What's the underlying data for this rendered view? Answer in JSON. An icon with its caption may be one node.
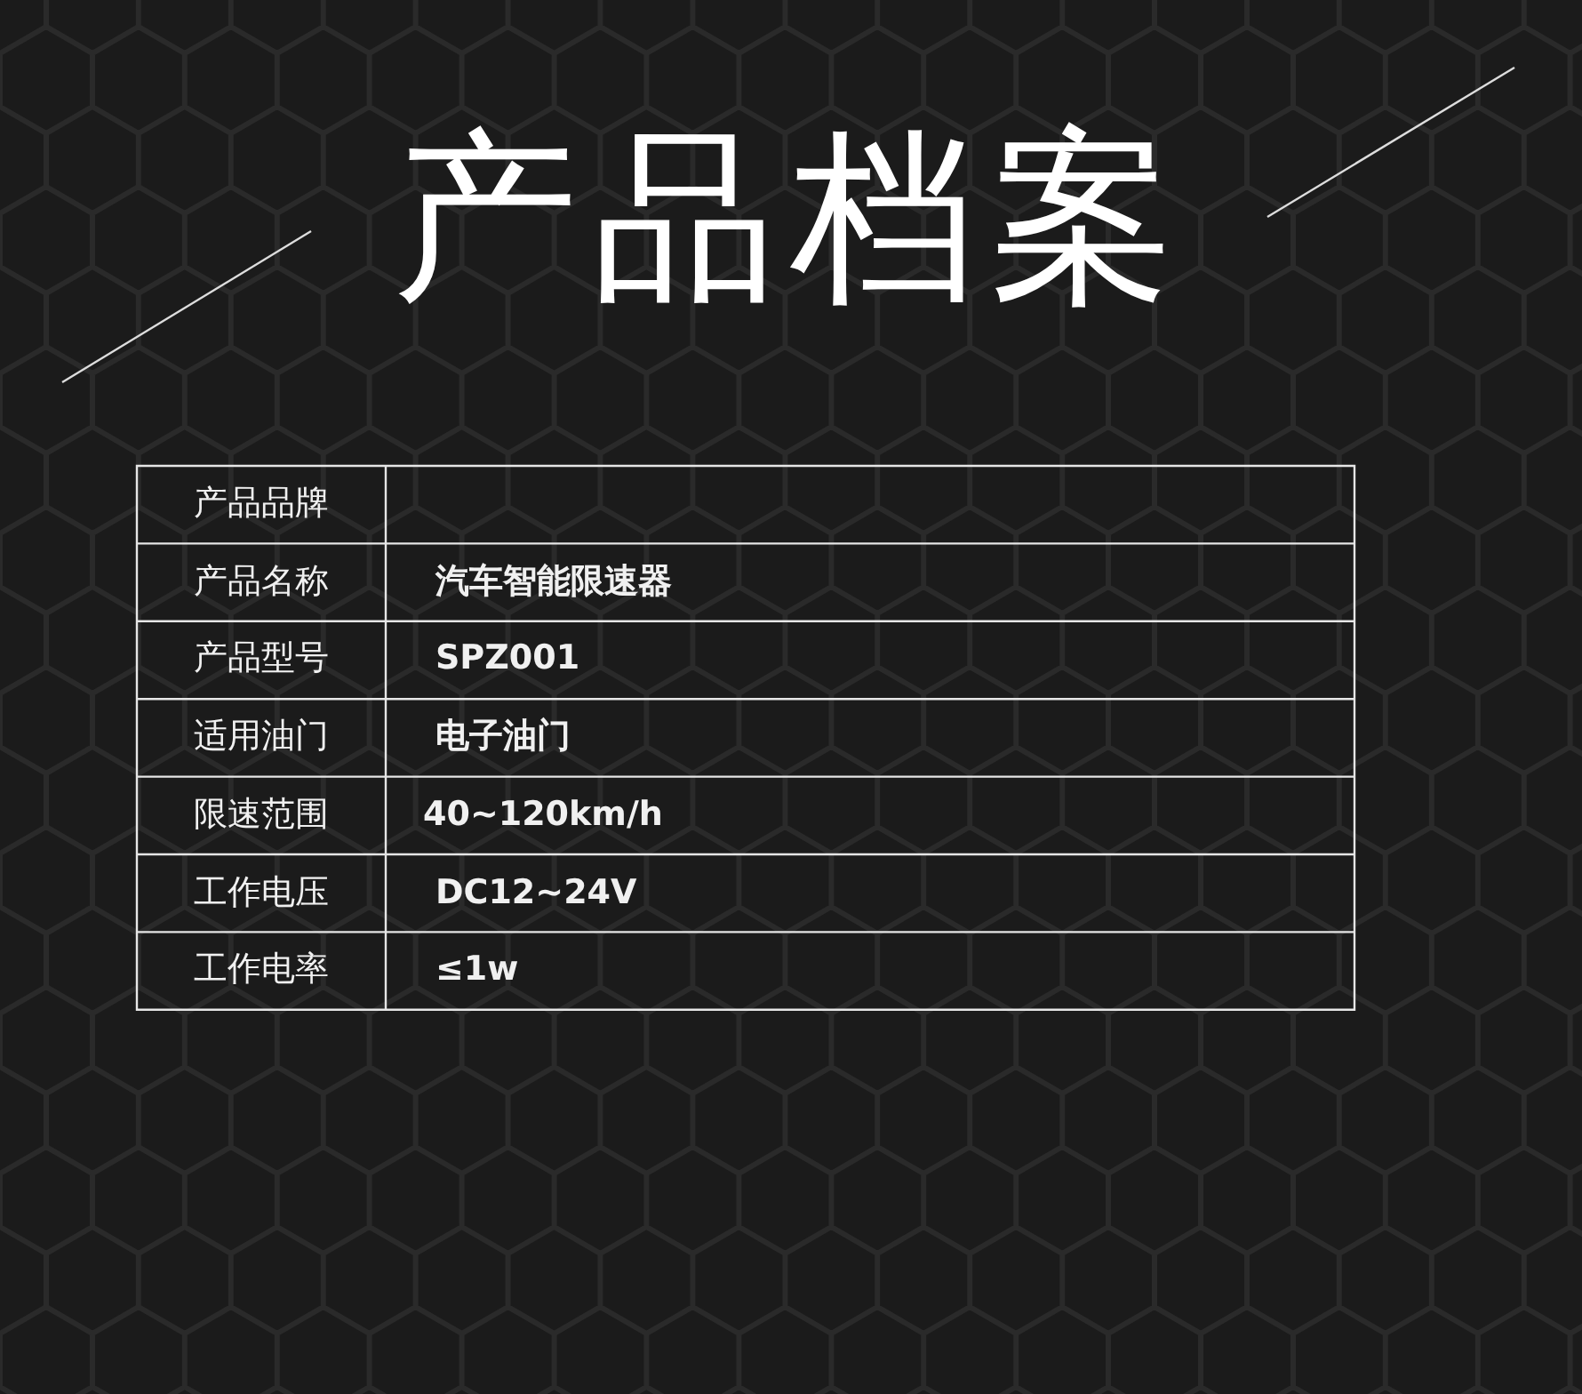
{
  "diagram": {
    "title": "产品档案",
    "labels": [
      "产品品牌",
      "产品名称",
      "汽车智能限速器",
      "产品型号",
      "SPZ001",
      "适用油门",
      "电子油门",
      "限速范围",
      "40~120km/h",
      "工作电压",
      "DC12~24V",
      "工作电率",
      "≤1w"
    ]
  }
}
